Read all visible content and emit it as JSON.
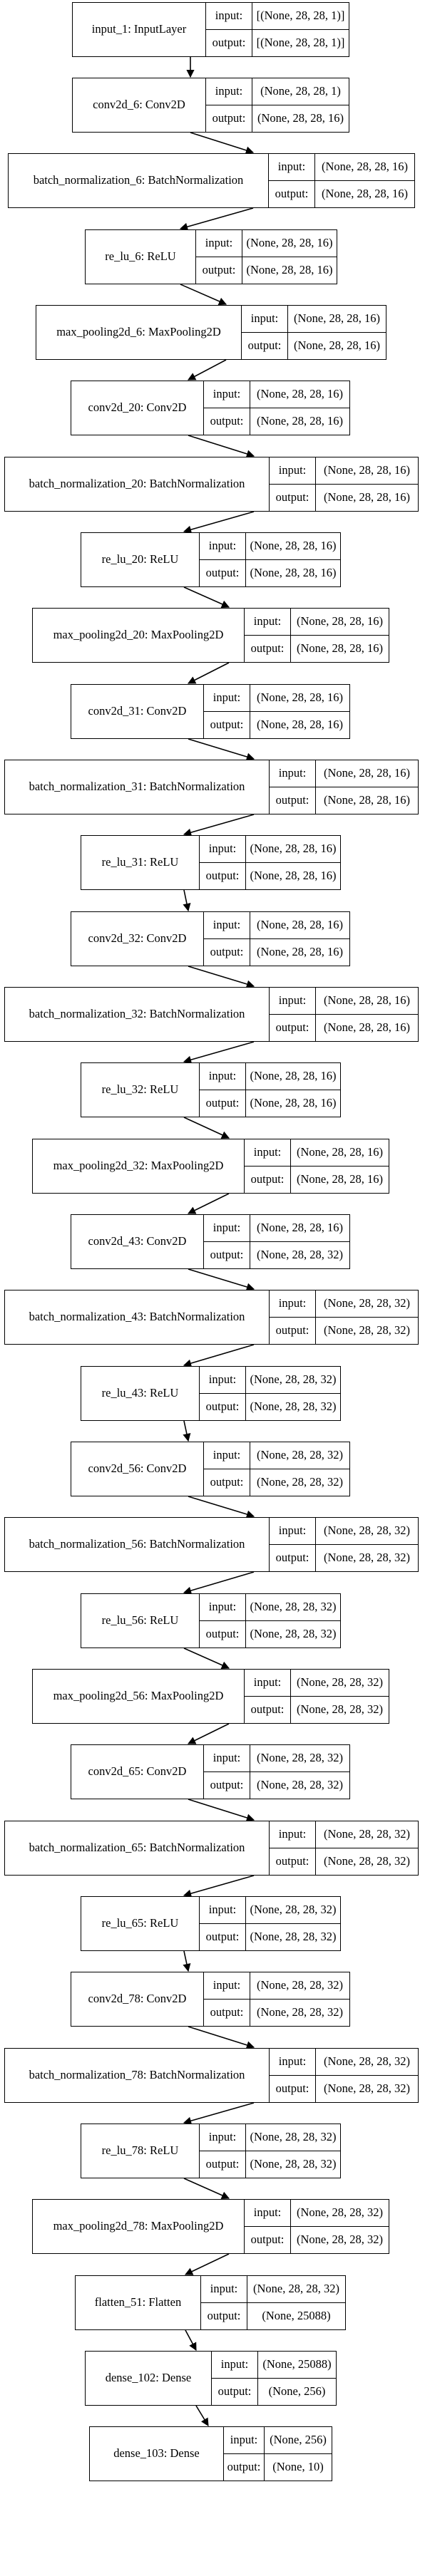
{
  "diagram": {
    "nodes": [
      {
        "label": "input_1: InputLayer",
        "input_label": "input:",
        "input_shape": "[(None, 28, 28, 1)]",
        "output_label": "output:",
        "output_shape": "[(None, 28, 28, 1)]"
      },
      {
        "label": "conv2d_6: Conv2D",
        "input_label": "input:",
        "input_shape": "(None, 28, 28, 1)",
        "output_label": "output:",
        "output_shape": "(None, 28, 28, 16)"
      },
      {
        "label": "batch_normalization_6: BatchNormalization",
        "input_label": "input:",
        "input_shape": "(None, 28, 28, 16)",
        "output_label": "output:",
        "output_shape": "(None, 28, 28, 16)"
      },
      {
        "label": "re_lu_6: ReLU",
        "input_label": "input:",
        "input_shape": "(None, 28, 28, 16)",
        "output_label": "output:",
        "output_shape": "(None, 28, 28, 16)"
      },
      {
        "label": "max_pooling2d_6: MaxPooling2D",
        "input_label": "input:",
        "input_shape": "(None, 28, 28, 16)",
        "output_label": "output:",
        "output_shape": "(None, 28, 28, 16)"
      },
      {
        "label": "conv2d_20: Conv2D",
        "input_label": "input:",
        "input_shape": "(None, 28, 28, 16)",
        "output_label": "output:",
        "output_shape": "(None, 28, 28, 16)"
      },
      {
        "label": "batch_normalization_20: BatchNormalization",
        "input_label": "input:",
        "input_shape": "(None, 28, 28, 16)",
        "output_label": "output:",
        "output_shape": "(None, 28, 28, 16)"
      },
      {
        "label": "re_lu_20: ReLU",
        "input_label": "input:",
        "input_shape": "(None, 28, 28, 16)",
        "output_label": "output:",
        "output_shape": "(None, 28, 28, 16)"
      },
      {
        "label": "max_pooling2d_20: MaxPooling2D",
        "input_label": "input:",
        "input_shape": "(None, 28, 28, 16)",
        "output_label": "output:",
        "output_shape": "(None, 28, 28, 16)"
      },
      {
        "label": "conv2d_31: Conv2D",
        "input_label": "input:",
        "input_shape": "(None, 28, 28, 16)",
        "output_label": "output:",
        "output_shape": "(None, 28, 28, 16)"
      },
      {
        "label": "batch_normalization_31: BatchNormalization",
        "input_label": "input:",
        "input_shape": "(None, 28, 28, 16)",
        "output_label": "output:",
        "output_shape": "(None, 28, 28, 16)"
      },
      {
        "label": "re_lu_31: ReLU",
        "input_label": "input:",
        "input_shape": "(None, 28, 28, 16)",
        "output_label": "output:",
        "output_shape": "(None, 28, 28, 16)"
      },
      {
        "label": "conv2d_32: Conv2D",
        "input_label": "input:",
        "input_shape": "(None, 28, 28, 16)",
        "output_label": "output:",
        "output_shape": "(None, 28, 28, 16)"
      },
      {
        "label": "batch_normalization_32: BatchNormalization",
        "input_label": "input:",
        "input_shape": "(None, 28, 28, 16)",
        "output_label": "output:",
        "output_shape": "(None, 28, 28, 16)"
      },
      {
        "label": "re_lu_32: ReLU",
        "input_label": "input:",
        "input_shape": "(None, 28, 28, 16)",
        "output_label": "output:",
        "output_shape": "(None, 28, 28, 16)"
      },
      {
        "label": "max_pooling2d_32: MaxPooling2D",
        "input_label": "input:",
        "input_shape": "(None, 28, 28, 16)",
        "output_label": "output:",
        "output_shape": "(None, 28, 28, 16)"
      },
      {
        "label": "conv2d_43: Conv2D",
        "input_label": "input:",
        "input_shape": "(None, 28, 28, 16)",
        "output_label": "output:",
        "output_shape": "(None, 28, 28, 32)"
      },
      {
        "label": "batch_normalization_43: BatchNormalization",
        "input_label": "input:",
        "input_shape": "(None, 28, 28, 32)",
        "output_label": "output:",
        "output_shape": "(None, 28, 28, 32)"
      },
      {
        "label": "re_lu_43: ReLU",
        "input_label": "input:",
        "input_shape": "(None, 28, 28, 32)",
        "output_label": "output:",
        "output_shape": "(None, 28, 28, 32)"
      },
      {
        "label": "conv2d_56: Conv2D",
        "input_label": "input:",
        "input_shape": "(None, 28, 28, 32)",
        "output_label": "output:",
        "output_shape": "(None, 28, 28, 32)"
      },
      {
        "label": "batch_normalization_56: BatchNormalization",
        "input_label": "input:",
        "input_shape": "(None, 28, 28, 32)",
        "output_label": "output:",
        "output_shape": "(None, 28, 28, 32)"
      },
      {
        "label": "re_lu_56: ReLU",
        "input_label": "input:",
        "input_shape": "(None, 28, 28, 32)",
        "output_label": "output:",
        "output_shape": "(None, 28, 28, 32)"
      },
      {
        "label": "max_pooling2d_56: MaxPooling2D",
        "input_label": "input:",
        "input_shape": "(None, 28, 28, 32)",
        "output_label": "output:",
        "output_shape": "(None, 28, 28, 32)"
      },
      {
        "label": "conv2d_65: Conv2D",
        "input_label": "input:",
        "input_shape": "(None, 28, 28, 32)",
        "output_label": "output:",
        "output_shape": "(None, 28, 28, 32)"
      },
      {
        "label": "batch_normalization_65: BatchNormalization",
        "input_label": "input:",
        "input_shape": "(None, 28, 28, 32)",
        "output_label": "output:",
        "output_shape": "(None, 28, 28, 32)"
      },
      {
        "label": "re_lu_65: ReLU",
        "input_label": "input:",
        "input_shape": "(None, 28, 28, 32)",
        "output_label": "output:",
        "output_shape": "(None, 28, 28, 32)"
      },
      {
        "label": "conv2d_78: Conv2D",
        "input_label": "input:",
        "input_shape": "(None, 28, 28, 32)",
        "output_label": "output:",
        "output_shape": "(None, 28, 28, 32)"
      },
      {
        "label": "batch_normalization_78: BatchNormalization",
        "input_label": "input:",
        "input_shape": "(None, 28, 28, 32)",
        "output_label": "output:",
        "output_shape": "(None, 28, 28, 32)"
      },
      {
        "label": "re_lu_78: ReLU",
        "input_label": "input:",
        "input_shape": "(None, 28, 28, 32)",
        "output_label": "output:",
        "output_shape": "(None, 28, 28, 32)"
      },
      {
        "label": "max_pooling2d_78: MaxPooling2D",
        "input_label": "input:",
        "input_shape": "(None, 28, 28, 32)",
        "output_label": "output:",
        "output_shape": "(None, 28, 28, 32)"
      },
      {
        "label": "flatten_51: Flatten",
        "input_label": "input:",
        "input_shape": "(None, 28, 28, 32)",
        "output_label": "output:",
        "output_shape": "(None, 25088)"
      },
      {
        "label": "dense_102: Dense",
        "input_label": "input:",
        "input_shape": "(None, 25088)",
        "output_label": "output:",
        "output_shape": "(None, 256)"
      },
      {
        "label": "dense_103: Dense",
        "input_label": "input:",
        "input_shape": "(None, 256)",
        "output_label": "output:",
        "output_shape": "(None, 10)"
      }
    ]
  }
}
